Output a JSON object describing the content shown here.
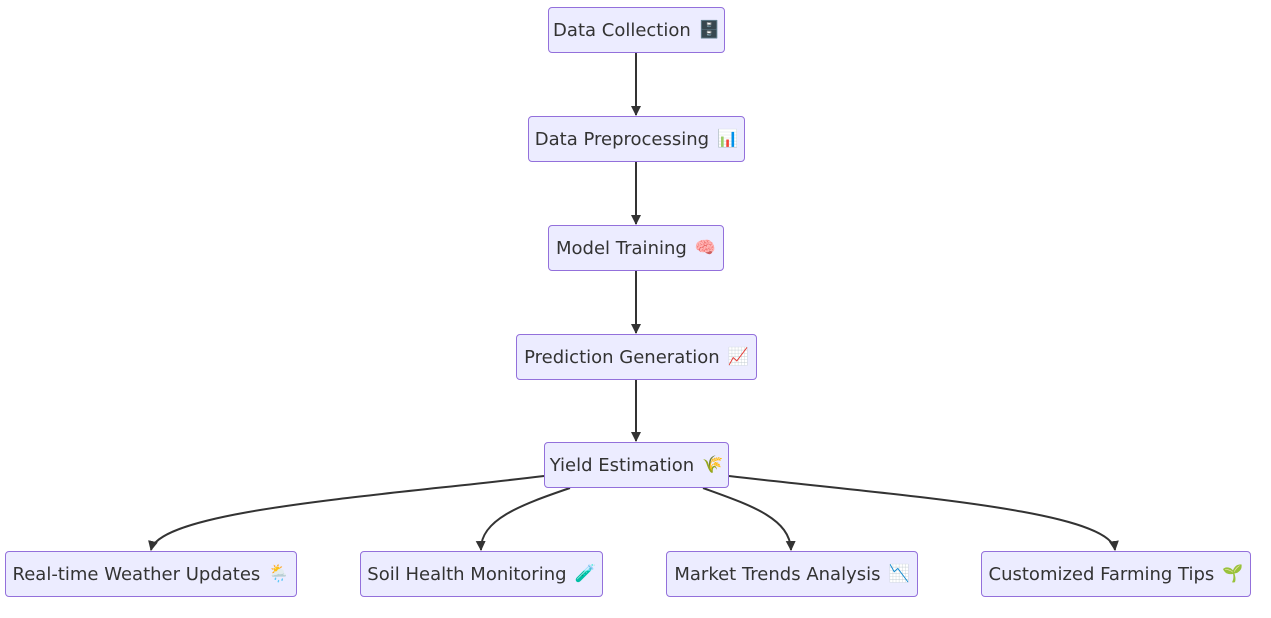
{
  "diagram": {
    "nodes": {
      "collection": {
        "label": "Data Collection",
        "emoji": "🗄️"
      },
      "preprocess": {
        "label": "Data Preprocessing",
        "emoji": "📊"
      },
      "training": {
        "label": "Model Training",
        "emoji": "🧠"
      },
      "prediction": {
        "label": "Prediction Generation",
        "emoji": "📈"
      },
      "yield": {
        "label": "Yield Estimation",
        "emoji": "🌾"
      },
      "weather": {
        "label": "Real-time Weather Updates",
        "emoji": "🌦️"
      },
      "soil": {
        "label": "Soil Health Monitoring",
        "emoji": "🧪"
      },
      "market": {
        "label": "Market Trends Analysis",
        "emoji": "📉"
      },
      "tips": {
        "label": "Customized Farming Tips",
        "emoji": "🌱"
      }
    },
    "edges": [
      [
        "collection",
        "preprocess"
      ],
      [
        "preprocess",
        "training"
      ],
      [
        "training",
        "prediction"
      ],
      [
        "prediction",
        "yield"
      ],
      [
        "yield",
        "weather"
      ],
      [
        "yield",
        "soil"
      ],
      [
        "yield",
        "market"
      ],
      [
        "yield",
        "tips"
      ]
    ],
    "colors": {
      "node_fill": "#ececff",
      "node_border": "#9370db",
      "edge": "#333333",
      "text": "#333333"
    }
  }
}
